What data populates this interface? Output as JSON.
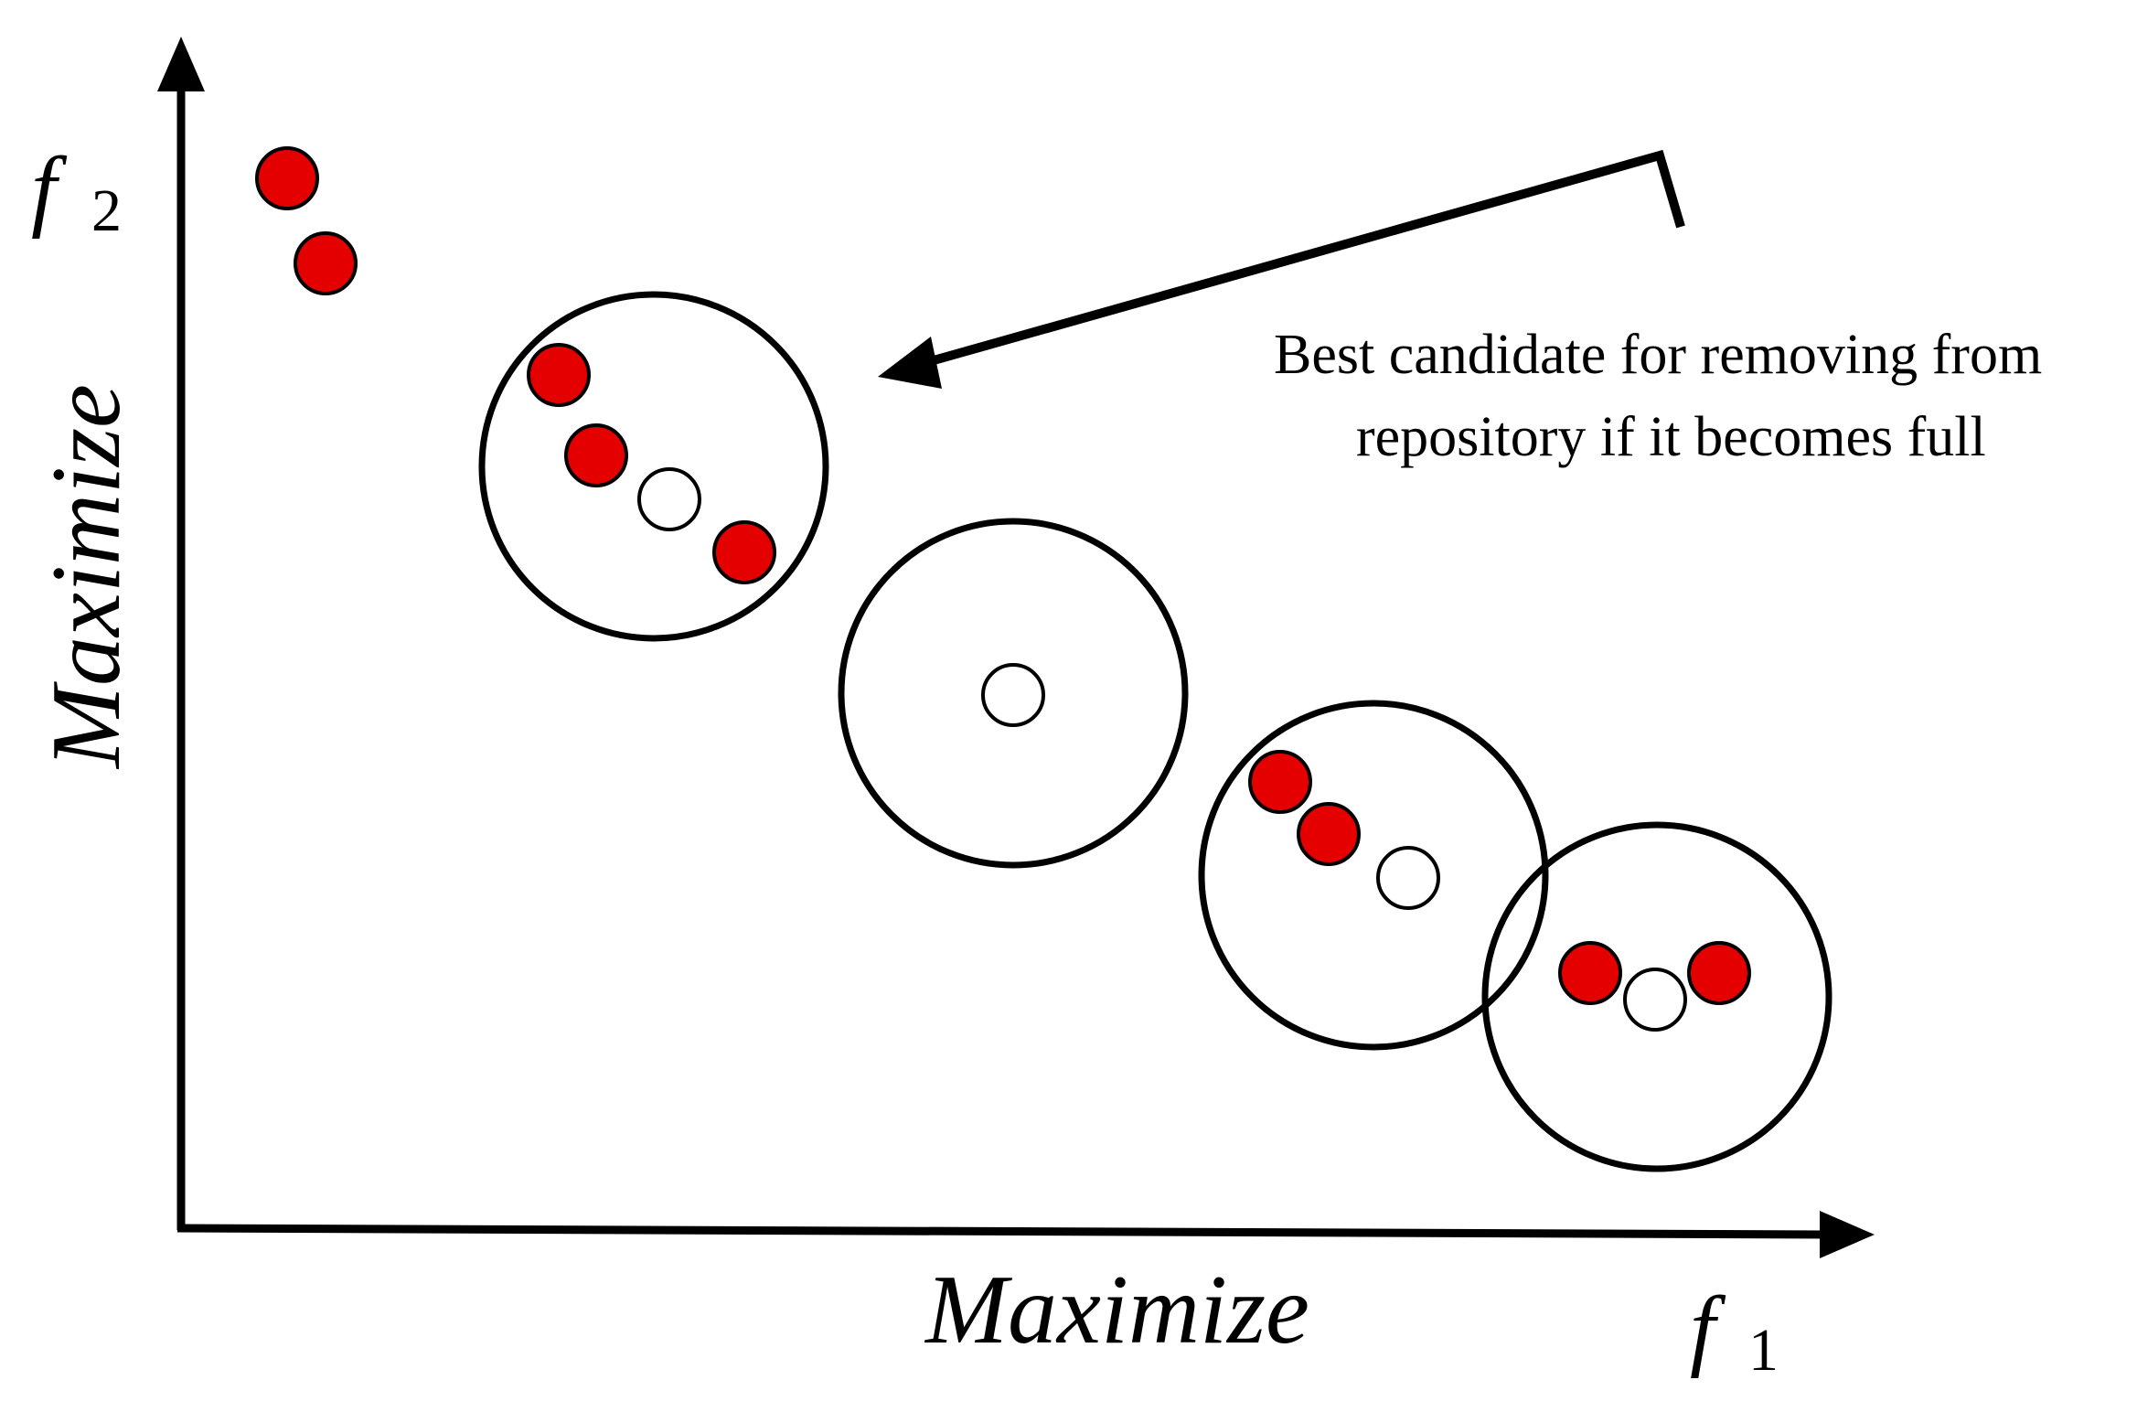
{
  "axes": {
    "x_symbol": "f",
    "x_subscript": "1",
    "x_label": "Maximize",
    "y_symbol": "f",
    "y_subscript": "2",
    "y_label": "Maximize"
  },
  "annotation": {
    "line1": "Best candidate for removing from",
    "line2": "repository if it becomes full"
  },
  "colors": {
    "filled_point": "#e50000",
    "hollow_point": "#ffffff",
    "stroke": "#000000"
  }
}
